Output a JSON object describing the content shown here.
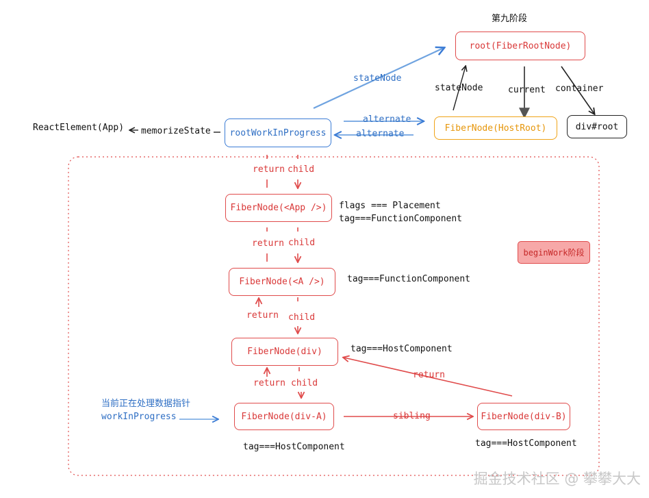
{
  "phase_title": "第九阶段",
  "nodes": {
    "root": "root(FiberRootNode)",
    "host_root": "FiberNode(HostRoot)",
    "div_root": "div#root",
    "wip": "rootWorkInProgress",
    "app": "FiberNode(<App />)",
    "a": "FiberNode(<A />)",
    "div": "FiberNode(div)",
    "div_a": "FiberNode(div-A)",
    "div_b": "FiberNode(div-B)"
  },
  "badge": "beginWork阶段",
  "edges": {
    "state_node": "stateNode",
    "state_node_2": "stateNode",
    "current": "current",
    "container": "container",
    "alternate": "alternate",
    "alternate_2": "alternate",
    "memorize_state": "memorizeState",
    "react_element": "ReactElement(App)",
    "return": "return",
    "child": "child",
    "sibling": "sibling"
  },
  "annotations": {
    "app_flags": "flags === Placement",
    "app_tag": "tag===FunctionComponent",
    "a_tag": "tag===FunctionComponent",
    "div_tag": "tag===HostComponent",
    "div_a_tag": "tag===HostComponent",
    "div_b_tag": "tag===HostComponent",
    "pointer_cn": "当前正在处理数据指针",
    "pointer": "workInProgress"
  },
  "watermark": "掘金技术社区 @ 攀攀大大",
  "colors": {
    "red": "#e04b4b",
    "blue": "#3a7bd5",
    "orange": "#f0a316",
    "black": "#222222"
  }
}
